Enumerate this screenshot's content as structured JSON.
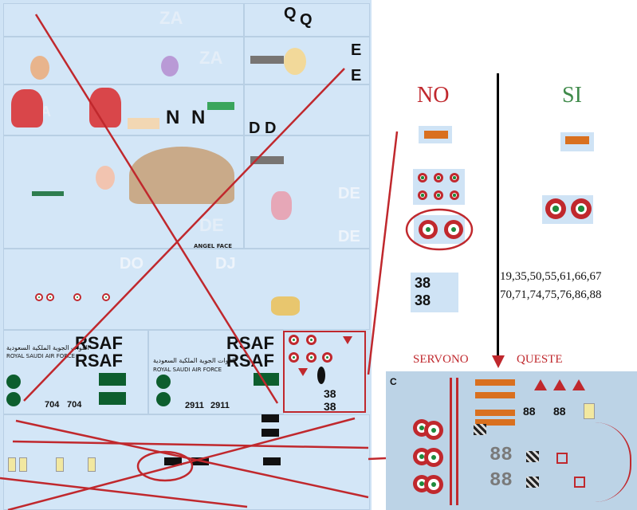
{
  "sheet": {
    "letters": {
      "q1": "Q",
      "q2": "Q",
      "e1": "E",
      "e2": "E",
      "nn": "N N",
      "dd": "D D",
      "de1": "DE",
      "de2": "DE",
      "do": "DO",
      "dj": "DJ",
      "angel_face": "ANGEL FACE"
    },
    "rsaf_left": {
      "rsaf1": "RSAF",
      "rsaf2": "RSAF",
      "arabic": "القوات الجوية الملكية السعودية",
      "english": "ROYAL SAUDI AIR FORCE",
      "num1": "704",
      "num2": "704"
    },
    "rsaf_right": {
      "rsaf1": "RSAF",
      "rsaf2": "RSAF",
      "arabic": "القوات الجوية الملكية السعودية",
      "english": "ROYAL SAUDI AIR FORCE",
      "num1": "2911",
      "num2": "2911"
    },
    "red_box": {
      "n38a": "38",
      "n38b": "38"
    }
  },
  "right_panel": {
    "no_label": "NO",
    "si_label": "SI",
    "decal_38a": "38",
    "decal_38b": "38",
    "numbers_line1": "19,35,50,55,61,66,67",
    "numbers_line2": "70,71,74,75,76,86,88",
    "servono": "SERVONO",
    "queste": "QUESTE"
  },
  "bottom_sheet": {
    "letter_c": "C",
    "n88a": "88",
    "n88b": "88",
    "seg88a": "88",
    "seg88b": "88"
  },
  "colors": {
    "red": "#c0282d",
    "green": "#3f8a4a",
    "sheet_blue": "#cfe3f5"
  }
}
